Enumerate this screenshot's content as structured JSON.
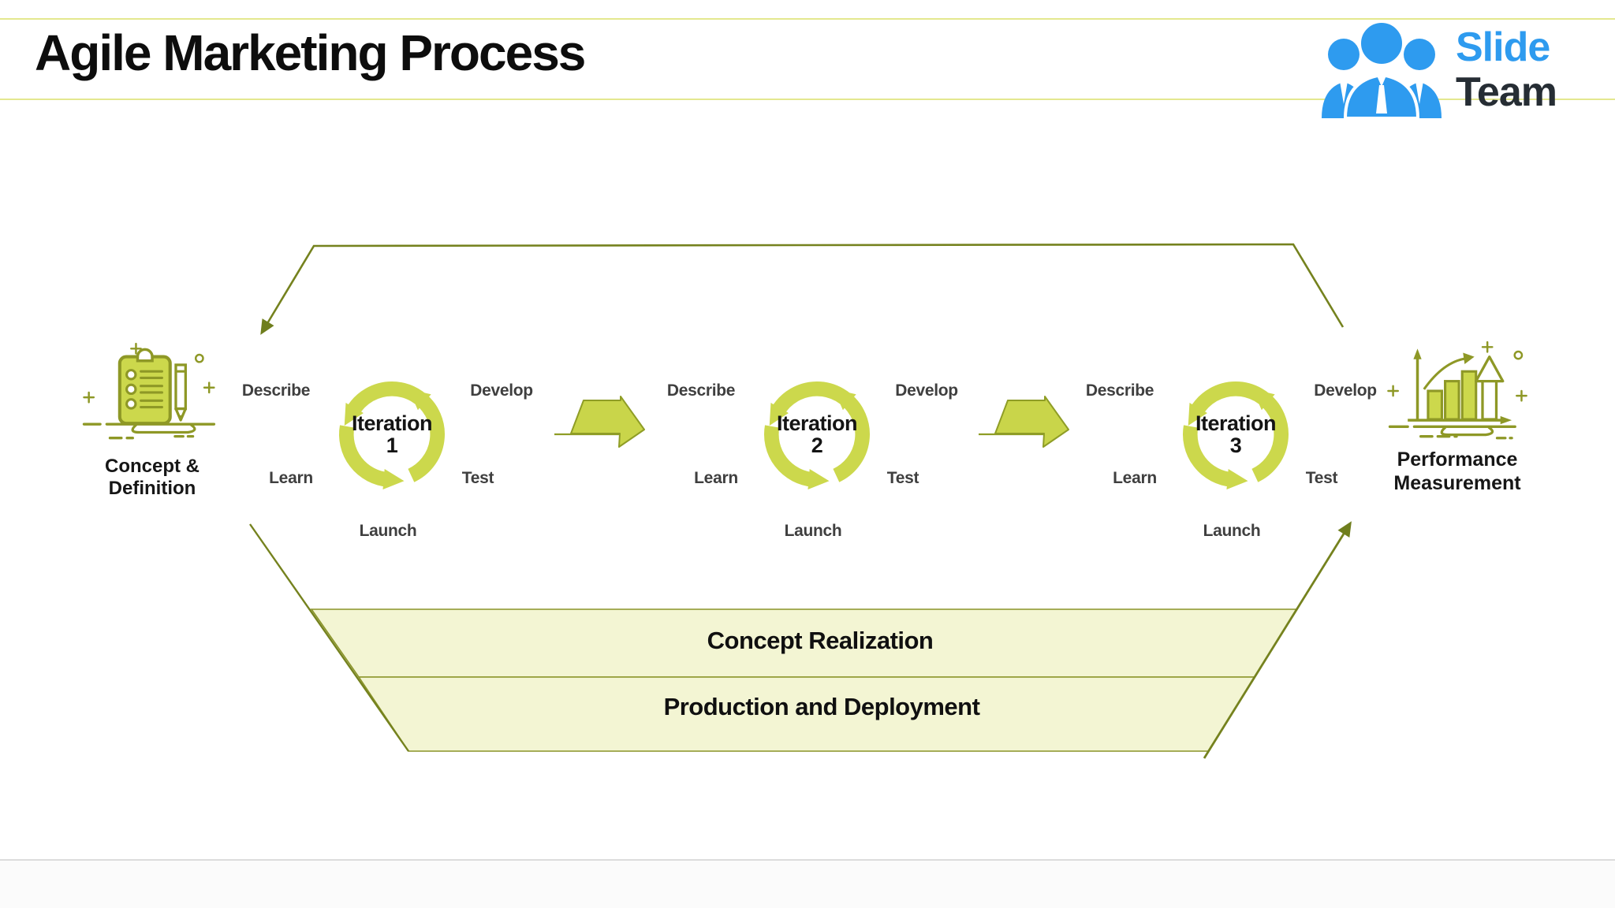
{
  "title": "Agile Marketing Process",
  "brand": {
    "word1": "Slide",
    "word2": "Team"
  },
  "start_node": {
    "line1": "Concept &",
    "line2": "Definition"
  },
  "end_node": {
    "line1": "Performance",
    "line2": "Measurement"
  },
  "iterations": [
    {
      "label": "Iteration",
      "number": "1",
      "steps": {
        "top_left": "Describe",
        "top_right": "Develop",
        "left": "Learn",
        "right": "Test",
        "bottom": "Launch"
      }
    },
    {
      "label": "Iteration",
      "number": "2",
      "steps": {
        "top_left": "Describe",
        "top_right": "Develop",
        "left": "Learn",
        "right": "Test",
        "bottom": "Launch"
      }
    },
    {
      "label": "Iteration",
      "number": "3",
      "steps": {
        "top_left": "Describe",
        "top_right": "Develop",
        "left": "Learn",
        "right": "Test",
        "bottom": "Launch"
      }
    }
  ],
  "bands": [
    {
      "label": "Concept Realization"
    },
    {
      "label": "Production and Deployment"
    }
  ],
  "icons": {
    "start": "clipboard-checklist-icon",
    "end": "growth-bar-chart-icon",
    "brand": "people-team-icon",
    "between_iterations": "right-block-arrow-icon"
  },
  "colors": {
    "accent_bright": "#ccd84c",
    "accent_olive": "#8e9826",
    "line_olive": "#75821e",
    "arrowhead_olive": "#6f7e1d",
    "band_fill": "#f3f5d3",
    "band_border": "#8a9428",
    "rule_yellow": "#e4e88f",
    "logo_blue": "#2e9bef",
    "logo_dark": "#262d34",
    "label_gray": "#3f3f3f",
    "title_black": "#0d0d0d"
  }
}
